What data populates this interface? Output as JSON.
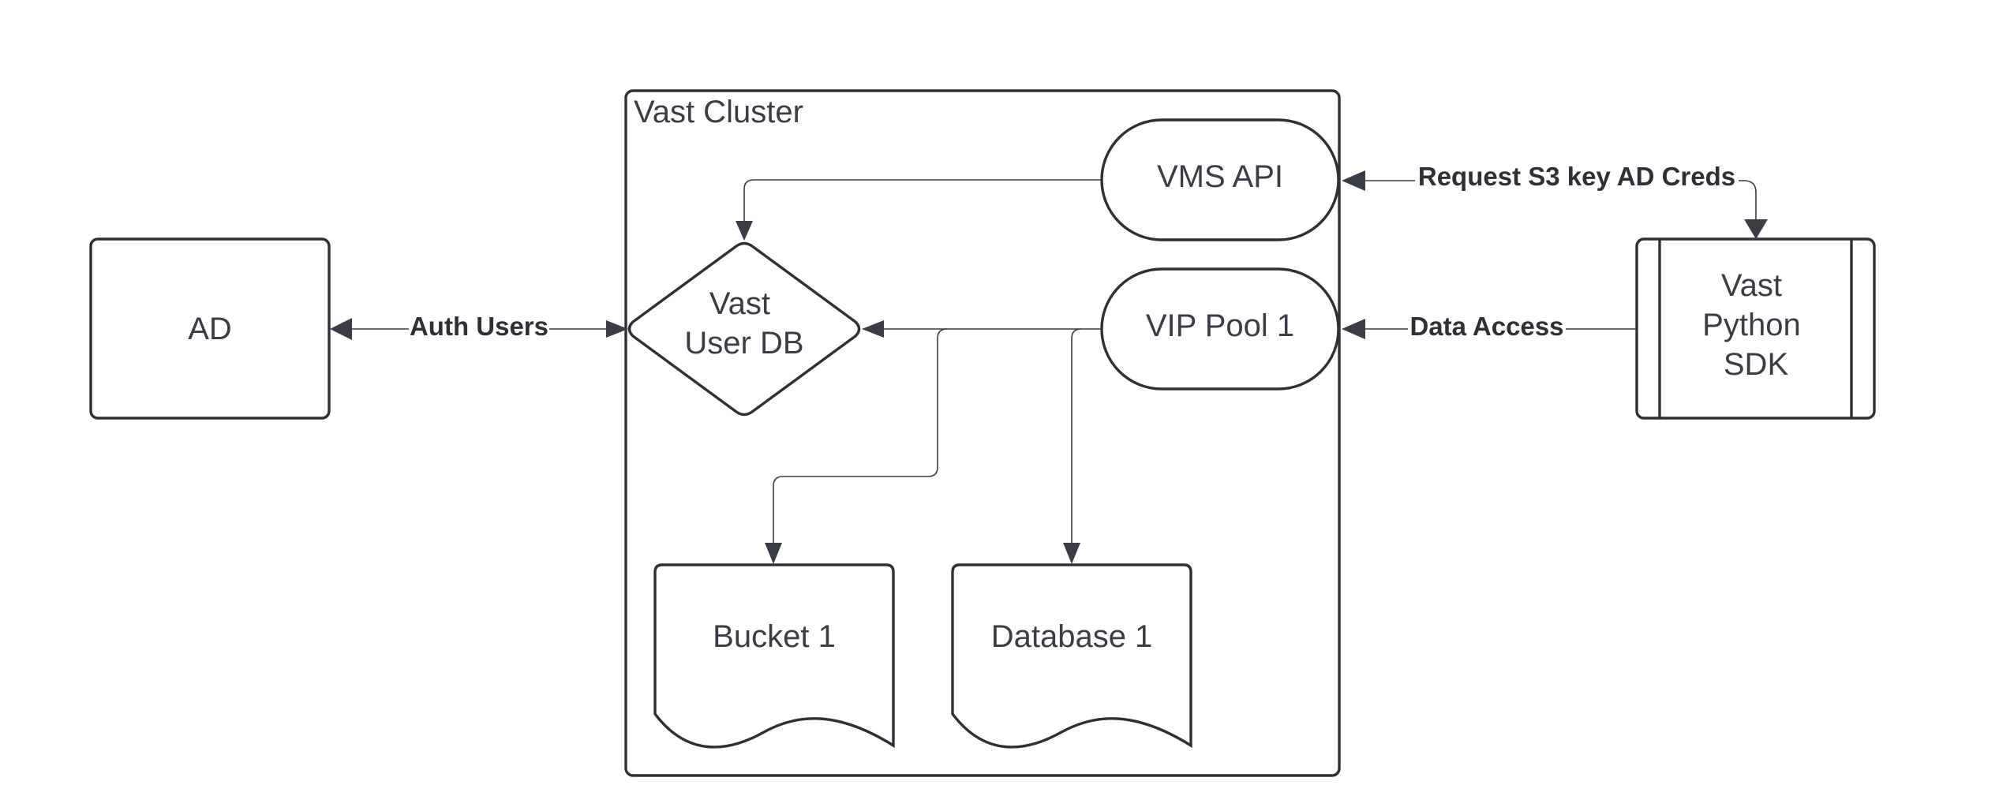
{
  "diagram": {
    "cluster": {
      "title": "Vast Cluster"
    },
    "nodes": {
      "ad": {
        "label": "AD"
      },
      "user_db": {
        "lines": [
          "Vast",
          "User DB"
        ]
      },
      "vms_api": {
        "label": "VMS API"
      },
      "vip_pool": {
        "label": "VIP Pool 1"
      },
      "sdk": {
        "lines": [
          "Vast",
          "Python",
          "SDK"
        ]
      },
      "bucket": {
        "label": "Bucket 1"
      },
      "database": {
        "label": "Database 1"
      }
    },
    "edges": {
      "auth_users": {
        "label": "Auth Users"
      },
      "request_creds": {
        "label": "Request S3 key AD Creds"
      },
      "data_access": {
        "label": "Data Access"
      }
    },
    "colors": {
      "stroke": "#2e3038",
      "text": "#3a3d45",
      "background": "#ffffff"
    }
  }
}
